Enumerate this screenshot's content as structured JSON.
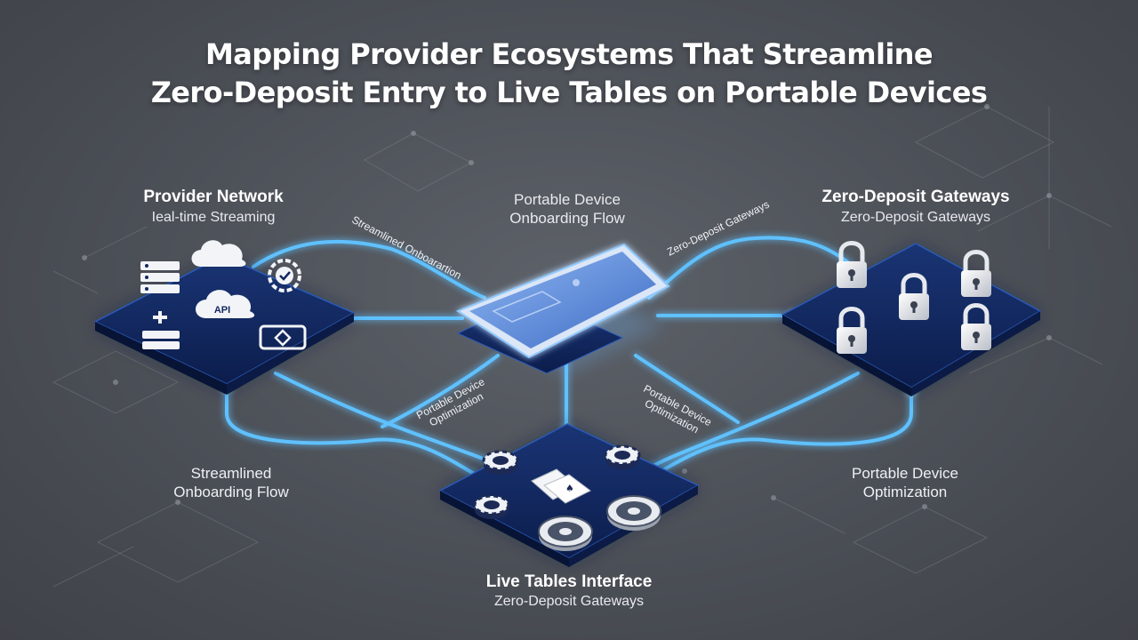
{
  "title": {
    "line1": "Mapping Provider Ecosystems That Streamline",
    "line2": "Zero-Deposit Entry to Live Tables on Portable Devices"
  },
  "nodes": {
    "provider": {
      "heading": "Provider Network",
      "subheading": "Ieal-time Streaming",
      "icons": [
        "server-icon",
        "cloud-icon",
        "gear-check-icon",
        "api-cloud-icon",
        "server-plus-icon",
        "camera-icon"
      ],
      "api_label": "API"
    },
    "device": {
      "heading_line1": "Portable Device",
      "heading_line2": "Onboarding Flow"
    },
    "gateways": {
      "heading": "Zero-Deposit Gateways",
      "subheading": "Zero-Deposit Gateways",
      "icons": [
        "padlock-icon"
      ]
    },
    "live_tables": {
      "heading": "Live Tables Interface",
      "subheading": "Zero-Deposit Gateways",
      "icons": [
        "poker-chip-icon",
        "playing-cards-icon",
        "roulette-wheel-icon"
      ]
    }
  },
  "edge_labels": {
    "top_left": "Streamlined Onboarartion",
    "top_right": "Zero-Deposit Gateways",
    "mid_left_line1": "Portable Device",
    "mid_left_line2": "Optimization",
    "mid_right_line1": "Portable Device",
    "mid_right_line2": "Optimization"
  },
  "side_labels": {
    "left_line1": "Streamlined",
    "left_line2": "Onboarding Flow",
    "right_line1": "Portable Device",
    "right_line2": "Optimization"
  },
  "colors": {
    "background": "#4b4f56",
    "platform": "#12275e",
    "connector": "#5fc1ff",
    "text": "#ffffff"
  }
}
